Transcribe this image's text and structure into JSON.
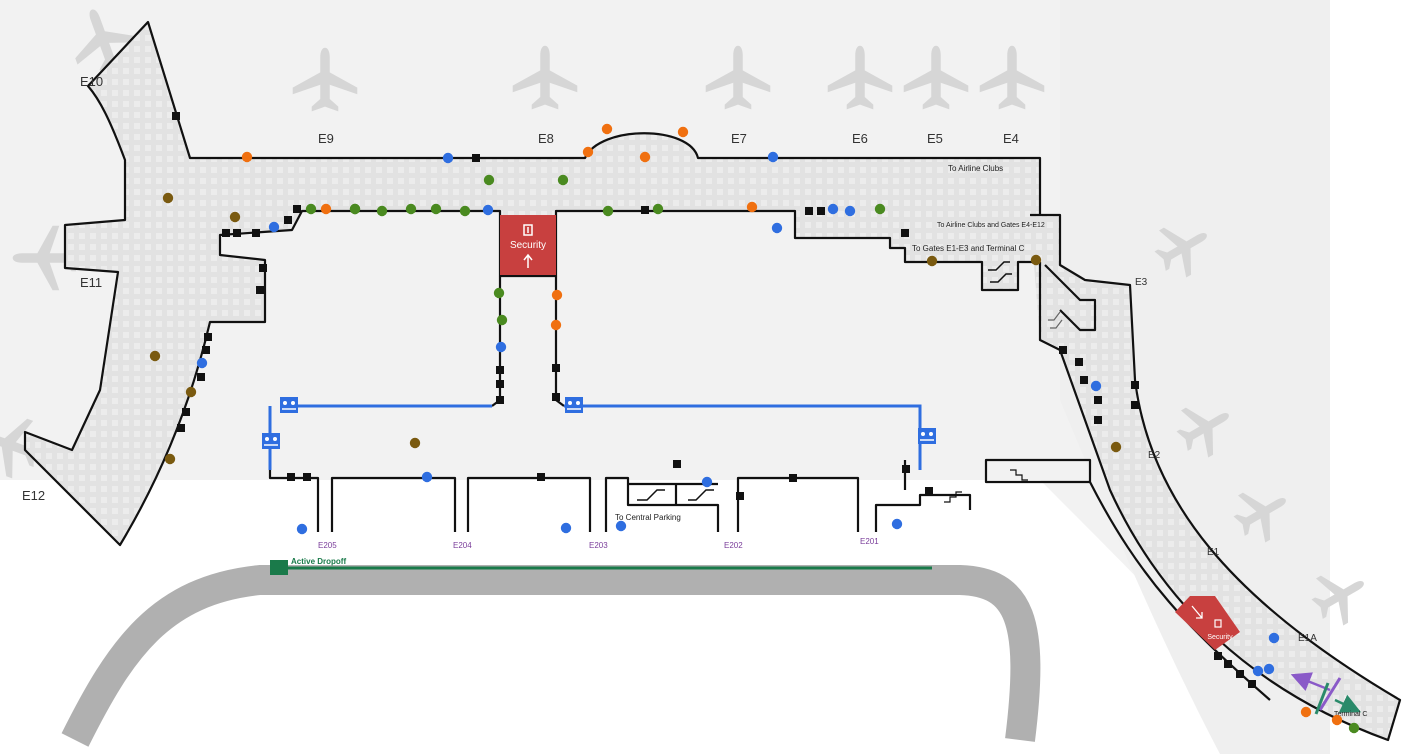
{
  "colors": {
    "apron": "#f2f2f2",
    "terminal_floor": "#e4e4e4",
    "road": "#b0b0b0",
    "security": "#c8403f",
    "walkway": "#2f6ee0",
    "dropoff": "#1a7a4a",
    "poi_orange": "#f07010",
    "poi_green": "#4a8a20",
    "poi_blue": "#2f6ee0",
    "poi_brown": "#7a5a10",
    "poi_black": "#111111"
  },
  "gates": [
    {
      "id": "E1",
      "label": "E1"
    },
    {
      "id": "E1A",
      "label": "E1A"
    },
    {
      "id": "E2",
      "label": "E2"
    },
    {
      "id": "E3",
      "label": "E3"
    },
    {
      "id": "E4",
      "label": "E4"
    },
    {
      "id": "E5",
      "label": "E5"
    },
    {
      "id": "E6",
      "label": "E6"
    },
    {
      "id": "E7",
      "label": "E7"
    },
    {
      "id": "E8",
      "label": "E8"
    },
    {
      "id": "E9",
      "label": "E9"
    },
    {
      "id": "E10",
      "label": "E10"
    },
    {
      "id": "E11",
      "label": "E11"
    },
    {
      "id": "E12",
      "label": "E12"
    }
  ],
  "doors": [
    "E205",
    "E204",
    "E203",
    "E202",
    "E201"
  ],
  "labels": {
    "to_airline_clubs": "To Airline Clubs",
    "to_airline_clubs_gates": "To Airline Clubs and Gates E4-E12",
    "to_gates_e1_e3": "To Gates E1-E3 and Terminal C",
    "to_central_parking": "To Central Parking",
    "terminal_c": "Terminal C",
    "active_dropoff": "Active Dropoff"
  },
  "security": {
    "main_label": "Security",
    "e1_label": "Security"
  },
  "icons": {
    "plane": "airplane-icon",
    "security": "security-checkpoint-icon",
    "escalator": "escalator-icon",
    "stairs": "stairs-icon",
    "moving_walkway": "moving-walkway-icon",
    "dropoff": "dropoff-icon"
  }
}
